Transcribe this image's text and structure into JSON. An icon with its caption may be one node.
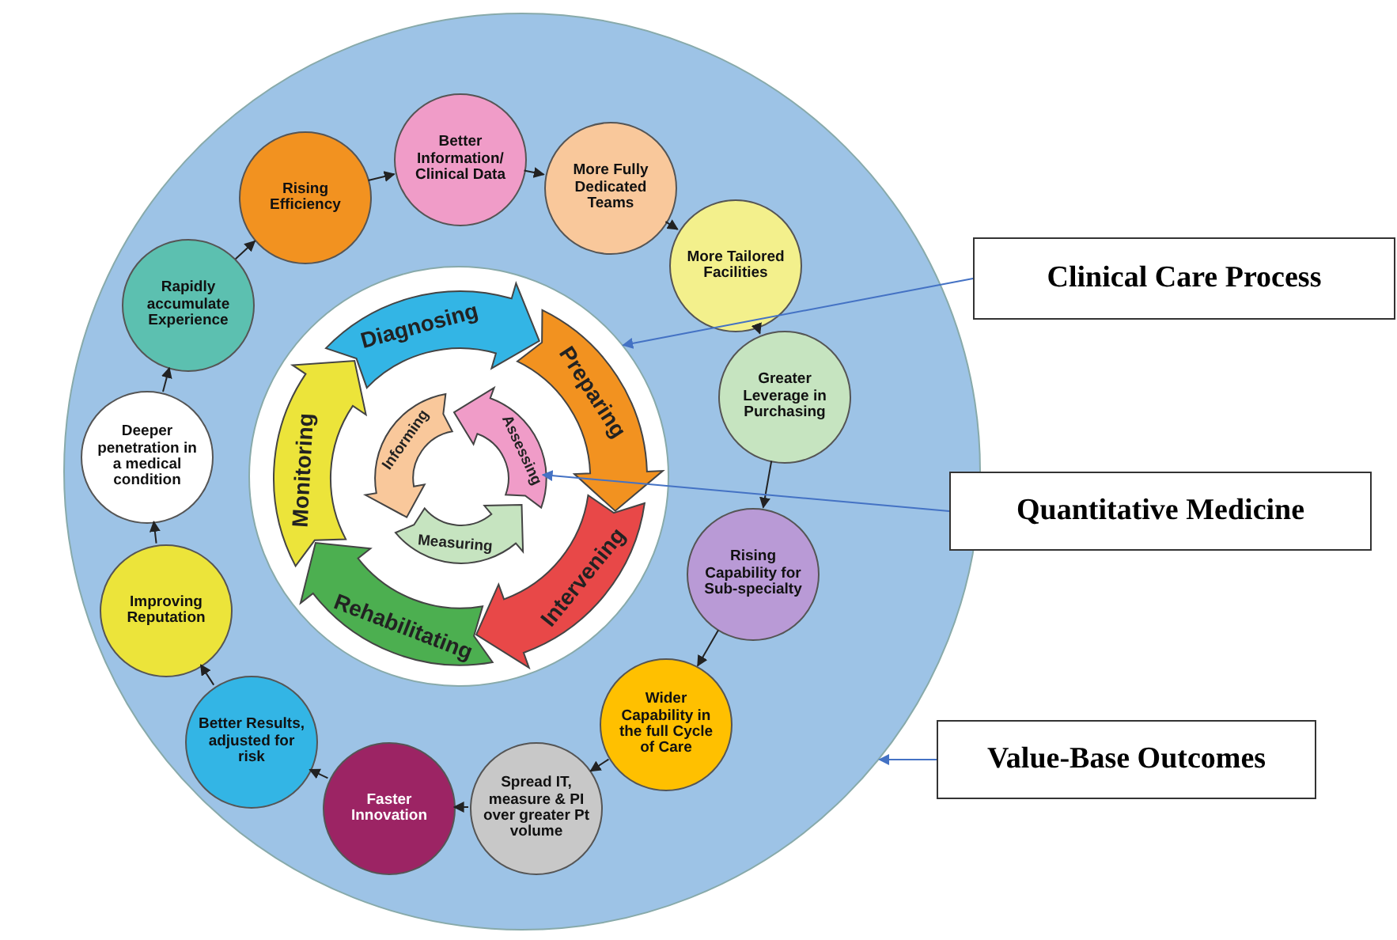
{
  "diagram": {
    "nodes": [
      {
        "text": [],
        "shape": "circle"
      },
      {
        "text": [
          "Better Information/ Clinical Data"
        ],
        "in": 0
      },
      {
        "text": [
          "More Fully Dedicated Teams"
        ],
        "in": 0
      },
      {
        "text": [
          "More Tailored Facilities"
        ],
        "in": 0
      },
      {
        "text": [
          "Greater Leverage in Purchasing"
        ],
        "in": 0
      },
      {
        "text": [
          "Rising Capability for Sub-specialty"
        ],
        "in": 0
      },
      {
        "text": [
          "Wider Capability in the full Cycle of Care"
        ],
        "in": 0
      },
      {
        "text": [
          "Spread IT, measure & PI over greater Pt volume"
        ],
        "in": 0
      },
      {
        "text": [
          "Faster Innovation"
        ],
        "in": 0
      },
      {
        "text": [
          "Better Results, adjusted for risk"
        ],
        "in": 0
      },
      {
        "text": [
          "Improving Reputation"
        ],
        "in": 0
      },
      {
        "text": [
          "Deeper penetration in a medical condition"
        ],
        "in": 0
      },
      {
        "text": [
          "Rapidly accumulate Experience"
        ],
        "in": 0
      },
      {
        "text": [
          "Rising Efficiency"
        ],
        "in": 0
      },
      {
        "text": [],
        "shape": "circle",
        "in": 0
      },
      {
        "text": [
          "Diagnosing"
        ],
        "in": 14
      },
      {
        "text": [
          "Preparing"
        ],
        "in": 14
      },
      {
        "text": [
          "Intervening"
        ],
        "in": 14
      },
      {
        "text": [
          "Rehabilitating"
        ],
        "in": 14
      },
      {
        "text": [
          "Monitoring"
        ],
        "in": 14
      },
      {
        "text": [
          "Assessing"
        ],
        "in": 14
      },
      {
        "text": [
          "Measuring"
        ],
        "in": 14
      },
      {
        "text": [
          "Informing"
        ],
        "in": 14
      },
      {
        "text": [
          "Clinical Care Process"
        ]
      },
      {
        "text": [
          "Quantitative Medicine"
        ]
      },
      {
        "text": [
          "Value-Base Outcomes"
        ]
      }
    ],
    "edges": [
      {
        "from": 1,
        "to": 2,
        "arrow": "to"
      },
      {
        "from": 2,
        "to": 3,
        "arrow": "to"
      },
      {
        "from": 3,
        "to": 4,
        "arrow": "to"
      },
      {
        "from": 4,
        "to": 5,
        "arrow": "to"
      },
      {
        "from": 5,
        "to": 6,
        "arrow": "to"
      },
      {
        "from": 6,
        "to": 7,
        "arrow": "to"
      },
      {
        "from": 7,
        "to": 8,
        "arrow": "to"
      },
      {
        "from": 8,
        "to": 9,
        "arrow": "to"
      },
      {
        "from": 9,
        "to": 10,
        "arrow": "to"
      },
      {
        "from": 10,
        "to": 11,
        "arrow": "to"
      },
      {
        "from": 11,
        "to": 12,
        "arrow": "to"
      },
      {
        "from": 12,
        "to": 13,
        "arrow": "to"
      },
      {
        "from": 13,
        "to": 1,
        "arrow": "to"
      },
      {
        "from": 23,
        "to": 14,
        "arrow": "to",
        "color": "#4472c4"
      },
      {
        "from": 24,
        "to": 20,
        "arrow": "to",
        "color": "#4472c4"
      },
      {
        "from": 25,
        "to": 0,
        "arrow": "to",
        "color": "#4472c4"
      }
    ]
  }
}
